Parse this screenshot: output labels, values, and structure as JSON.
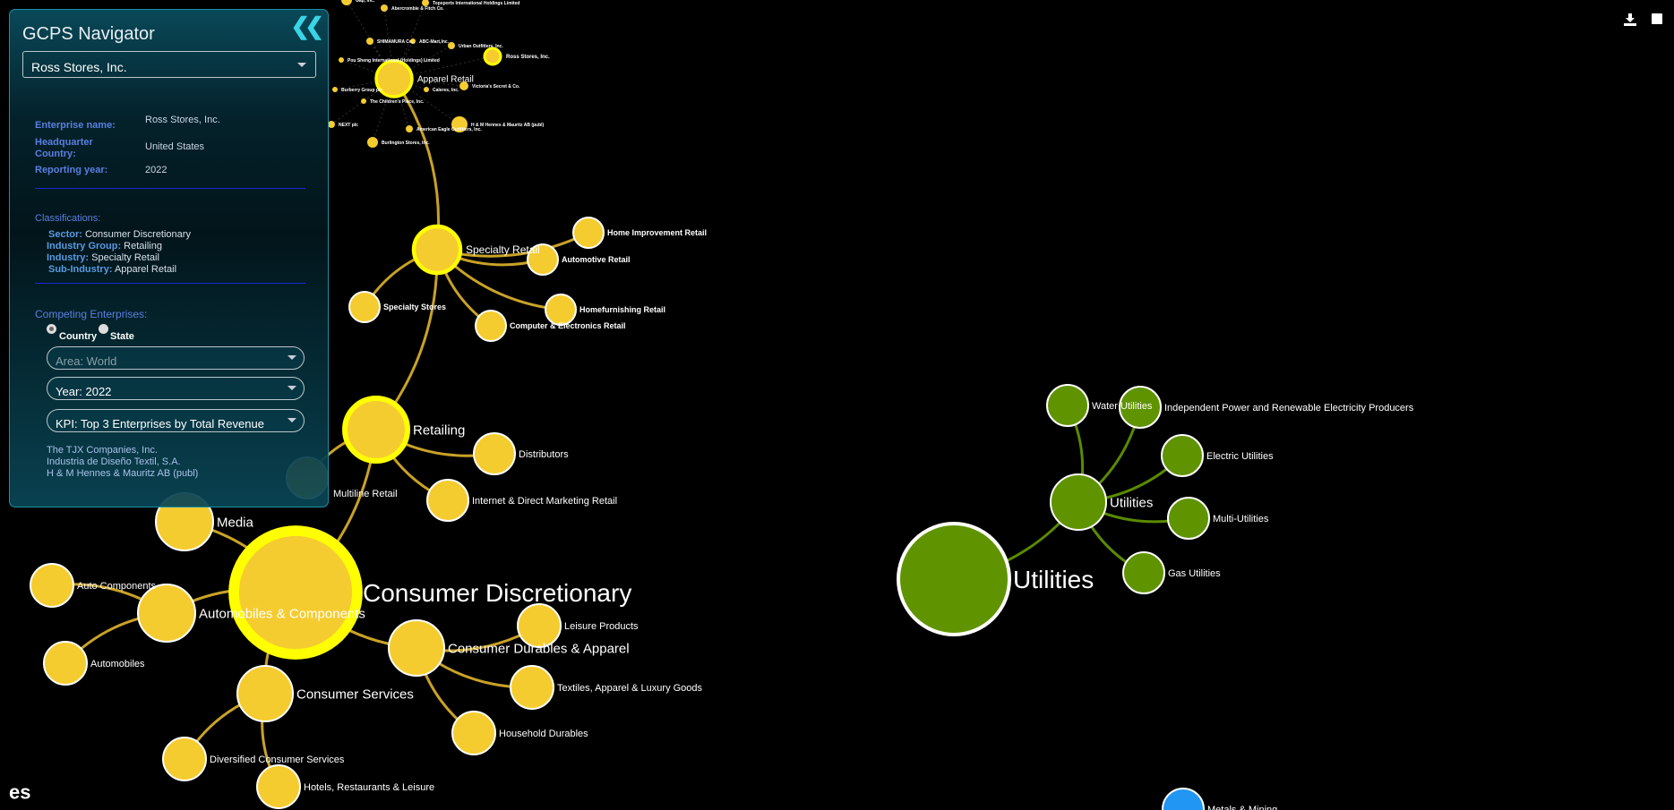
{
  "panel": {
    "title": "GCPS Navigator",
    "collapse_icon": "double-chevron-left-icon",
    "enterprise_select": "Ross Stores, Inc.",
    "details": {
      "enterprise_name_label": "Enterprise name:",
      "enterprise_name": "Ross Stores, Inc.",
      "hq_label_1": "Headquarter",
      "hq_label_2": "Country:",
      "hq_country": "United States",
      "year_label": "Reporting year:",
      "year": "2022"
    },
    "classifications": {
      "heading": "Classifications:",
      "sector_label": "Sector:",
      "sector": "Consumer Discretionary",
      "group_label": "Industry Group:",
      "group": "Retailing",
      "industry_label": "Industry:",
      "industry": "Specialty Retail",
      "sub_label": "Sub-Industry:",
      "sub": "Apparel Retail"
    },
    "competing": {
      "heading": "Competing Enterprises:",
      "radio_country": "Country",
      "radio_state": "State",
      "selected_radio": "Country",
      "area": "Area: World",
      "year": "Year: 2022",
      "kpi": "KPI: Top 3 Enterprises by Total Revenue",
      "results": [
        "The TJX Companies, Inc.",
        "Industria de Diseño Textil, S.A.",
        "H & M Hennes & Mauritz AB (publ)"
      ]
    }
  },
  "toolbar": {
    "download_icon": "download-icon",
    "stop_icon": "stop-square-icon"
  },
  "colors": {
    "consumer": "#f5cc30",
    "highlight": "#ffff00",
    "consumer_edge": "#c9a227",
    "utilities": "#5f9300",
    "utilities_edge": "#5a8a00",
    "materials": "#2196f3"
  },
  "graph": {
    "nodes": [
      {
        "id": "cd",
        "label": "Consumer Discretionary",
        "group": "consumer"
      },
      {
        "id": "auto",
        "label": "Automobiles & Components",
        "group": "consumer"
      },
      {
        "id": "autocomp",
        "label": "Auto Components",
        "group": "consumer"
      },
      {
        "id": "automob",
        "label": "Automobiles",
        "group": "consumer"
      },
      {
        "id": "media",
        "label": "Media",
        "group": "consumer"
      },
      {
        "id": "cs",
        "label": "Consumer Services",
        "group": "consumer"
      },
      {
        "id": "dcs",
        "label": "Diversified Consumer Services",
        "group": "consumer"
      },
      {
        "id": "hrl",
        "label": "Hotels, Restaurants & Leisure",
        "group": "consumer"
      },
      {
        "id": "cda",
        "label": "Consumer Durables & Apparel",
        "group": "consumer"
      },
      {
        "id": "leis",
        "label": "Leisure Products",
        "group": "consumer"
      },
      {
        "id": "tex",
        "label": "Textiles, Apparel & Luxury Goods",
        "group": "consumer"
      },
      {
        "id": "hhd",
        "label": "Household Durables",
        "group": "consumer"
      },
      {
        "id": "ret",
        "label": "Retailing",
        "group": "consumer"
      },
      {
        "id": "dist",
        "label": "Distributors",
        "group": "consumer"
      },
      {
        "id": "idm",
        "label": "Internet & Direct Marketing Retail",
        "group": "consumer"
      },
      {
        "id": "mlr",
        "label": "Multiline Retail",
        "group": "consumer"
      },
      {
        "id": "spr",
        "label": "Specialty Retail",
        "group": "consumer"
      },
      {
        "id": "hir",
        "label": "Home Improvement Retail",
        "group": "consumer"
      },
      {
        "id": "aur",
        "label": "Automotive Retail",
        "group": "consumer"
      },
      {
        "id": "hfr",
        "label": "Homefurnishing Retail",
        "group": "consumer"
      },
      {
        "id": "cer",
        "label": "Computer & Electronics Retail",
        "group": "consumer"
      },
      {
        "id": "sps",
        "label": "Specialty Stores",
        "group": "consumer"
      },
      {
        "id": "apr",
        "label": "Apparel Retail",
        "group": "consumer"
      },
      {
        "id": "ross",
        "label": "Ross Stores, Inc.",
        "group": "consumer"
      },
      {
        "id": "anf",
        "label": "Abercrombie & Fitch Co.",
        "group": "consumer"
      },
      {
        "id": "tops",
        "label": "Topsports International Holdings Limited",
        "group": "consumer"
      },
      {
        "id": "gap",
        "label": "Gap, Inc.",
        "group": "consumer"
      },
      {
        "id": "shim",
        "label": "SHIMAMURA Co.,",
        "group": "consumer"
      },
      {
        "id": "abc",
        "label": "ABC-Mart,Inc.",
        "group": "consumer"
      },
      {
        "id": "urban",
        "label": "Urban Outfitters, Inc.",
        "group": "consumer"
      },
      {
        "id": "pou",
        "label": "Pou Sheng International (Holdings) Limited",
        "group": "consumer"
      },
      {
        "id": "burb",
        "label": "Burberry Group plc",
        "group": "consumer"
      },
      {
        "id": "cal",
        "label": "Caleres, Inc.",
        "group": "consumer"
      },
      {
        "id": "vic",
        "label": "Victoria's Secret & Co.",
        "group": "consumer"
      },
      {
        "id": "child",
        "label": "The Children's Place, Inc.",
        "group": "consumer"
      },
      {
        "id": "next",
        "label": "NEXT plc",
        "group": "consumer"
      },
      {
        "id": "ae",
        "label": "American Eagle Outfitters, Inc.",
        "group": "consumer"
      },
      {
        "id": "hm",
        "label": "H & M Hennes & Mauritz AB (publ)",
        "group": "consumer"
      },
      {
        "id": "burl",
        "label": "Burlington Stores, Inc.",
        "group": "consumer"
      },
      {
        "id": "ut",
        "label": "Utilities",
        "group": "utilities"
      },
      {
        "id": "utg",
        "label": "Utilities",
        "group": "utilities"
      },
      {
        "id": "wat",
        "label": "Water Utilities",
        "group": "utilities"
      },
      {
        "id": "ipp",
        "label": "Independent Power and Renewable Electricity Producers",
        "group": "utilities"
      },
      {
        "id": "ele",
        "label": "Electric Utilities",
        "group": "utilities"
      },
      {
        "id": "mul",
        "label": "Multi-Utilities",
        "group": "utilities"
      },
      {
        "id": "gas",
        "label": "Gas Utilities",
        "group": "utilities"
      },
      {
        "id": "met",
        "label": "Metals & Mining",
        "group": "materials"
      },
      {
        "id": "sci",
        "label": "es",
        "group": "other"
      }
    ],
    "edges": [
      [
        "cd",
        "auto"
      ],
      [
        "auto",
        "autocomp"
      ],
      [
        "auto",
        "automob"
      ],
      [
        "cd",
        "media"
      ],
      [
        "cd",
        "cs"
      ],
      [
        "cs",
        "dcs"
      ],
      [
        "cs",
        "hrl"
      ],
      [
        "cd",
        "cda"
      ],
      [
        "cda",
        "leis"
      ],
      [
        "cda",
        "tex"
      ],
      [
        "cda",
        "hhd"
      ],
      [
        "cd",
        "ret"
      ],
      [
        "ret",
        "dist"
      ],
      [
        "ret",
        "idm"
      ],
      [
        "ret",
        "mlr"
      ],
      [
        "ret",
        "spr"
      ],
      [
        "spr",
        "hir"
      ],
      [
        "spr",
        "aur"
      ],
      [
        "spr",
        "hfr"
      ],
      [
        "spr",
        "cer"
      ],
      [
        "spr",
        "sps"
      ],
      [
        "spr",
        "apr"
      ],
      [
        "ut",
        "utg"
      ],
      [
        "utg",
        "wat"
      ],
      [
        "utg",
        "ipp"
      ],
      [
        "utg",
        "ele"
      ],
      [
        "utg",
        "mul"
      ],
      [
        "utg",
        "gas"
      ]
    ],
    "company_edges": [
      "ross",
      "anf",
      "tops",
      "gap",
      "shim",
      "abc",
      "urban",
      "pou",
      "burb",
      "cal",
      "vic",
      "child",
      "next",
      "ae",
      "hm",
      "burl"
    ]
  }
}
